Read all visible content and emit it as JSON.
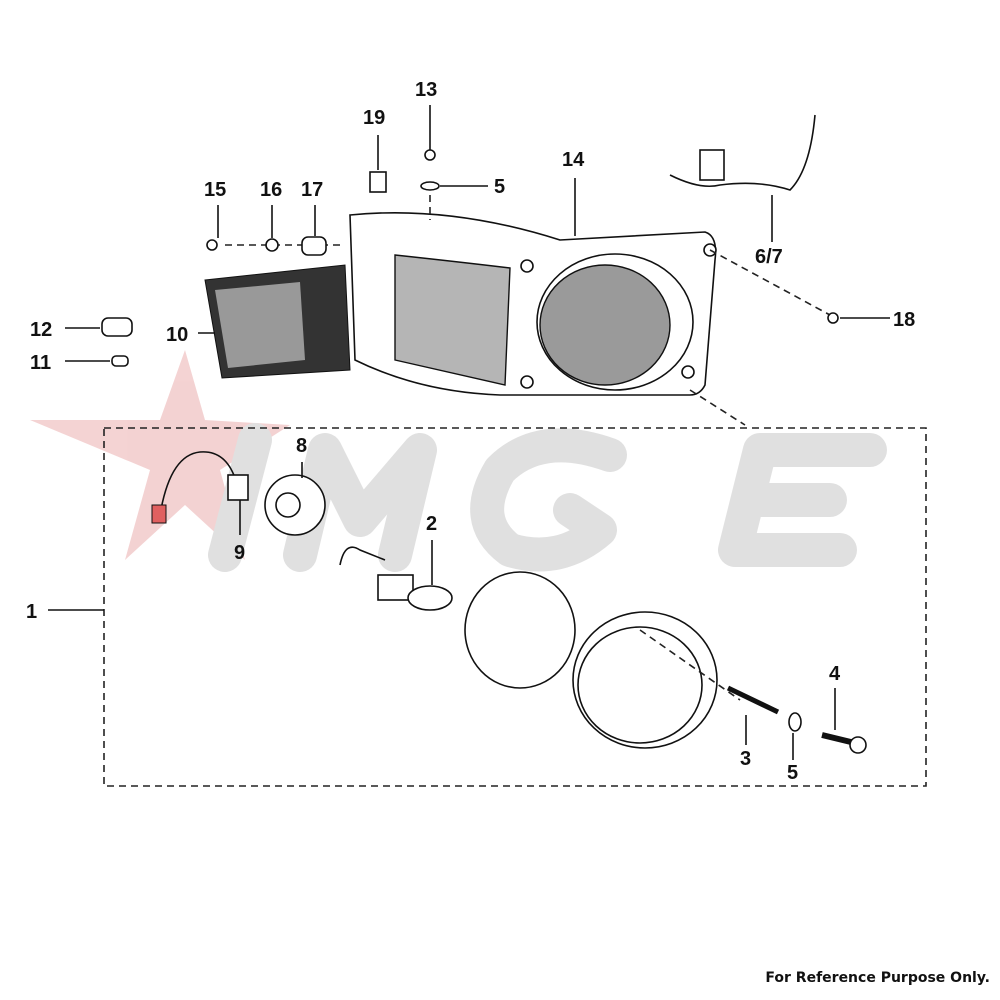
{
  "watermark": {
    "text": "IMGE",
    "star_color": "#e8a0a0",
    "text_color": "#d0d0d0"
  },
  "callouts": {
    "c13": "13",
    "c19": "19",
    "c14": "14",
    "c15": "15",
    "c16": "16",
    "c17": "17",
    "c5a": "5",
    "c67": "6/7",
    "c18": "18",
    "c12": "12",
    "c10": "10",
    "c11": "11",
    "c8": "8",
    "c2": "2",
    "c9": "9",
    "c1": "1",
    "c4": "4",
    "c3": "3",
    "c5b": "5"
  },
  "footer": "For Reference Purpose Only."
}
